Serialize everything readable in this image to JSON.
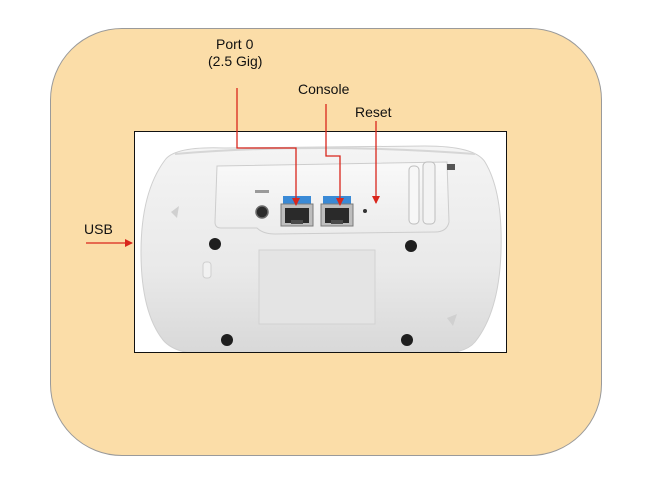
{
  "labels": {
    "port0_line1": "Port 0",
    "port0_line2": "(2.5 Gig)",
    "console": "Console",
    "reset": "Reset",
    "usb": "USB"
  },
  "colors": {
    "panel_fill": "#fbdda8",
    "panel_border": "#9a9a9a",
    "callout_red": "#d9261c",
    "port_blue": "#3a8ad6",
    "device_body": "#ededed"
  },
  "icons": [
    "ethernet-port-icon",
    "usb-port-icon",
    "reset-pinhole-icon"
  ]
}
